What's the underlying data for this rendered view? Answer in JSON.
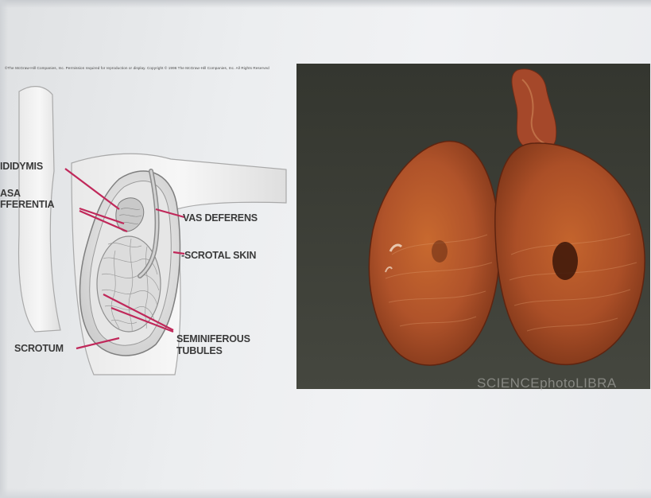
{
  "copyright_line": "©The McGraw-Hill Companies, Inc. Permission required for reproduction or display. Copyright © 1996 The McGraw-Hill Companies, Inc. All Rights Reserved",
  "diagram": {
    "labels": {
      "epididymis": "IDIDYMIS",
      "vasa_line1": "ASA",
      "vasa_line2": "FFERENTIA",
      "vas_deferens": "VAS DEFERENS",
      "scrotal_skin": "-SCROTAL SKIN",
      "scrotum": "SCROTUM",
      "seminiferous_line1": "SEMINIFEROUS",
      "seminiferous_line2": "TUBULES"
    },
    "leader_line_color": "#c0285a",
    "skin_color": "#f3f3f3",
    "outline_color": "#8a8a8a"
  },
  "photo": {
    "subject": "bisected specimen",
    "background_color": "#3b3d38",
    "tissue_color": "#b8542a",
    "watermark": "SCIENCEphotoLIBRA"
  }
}
